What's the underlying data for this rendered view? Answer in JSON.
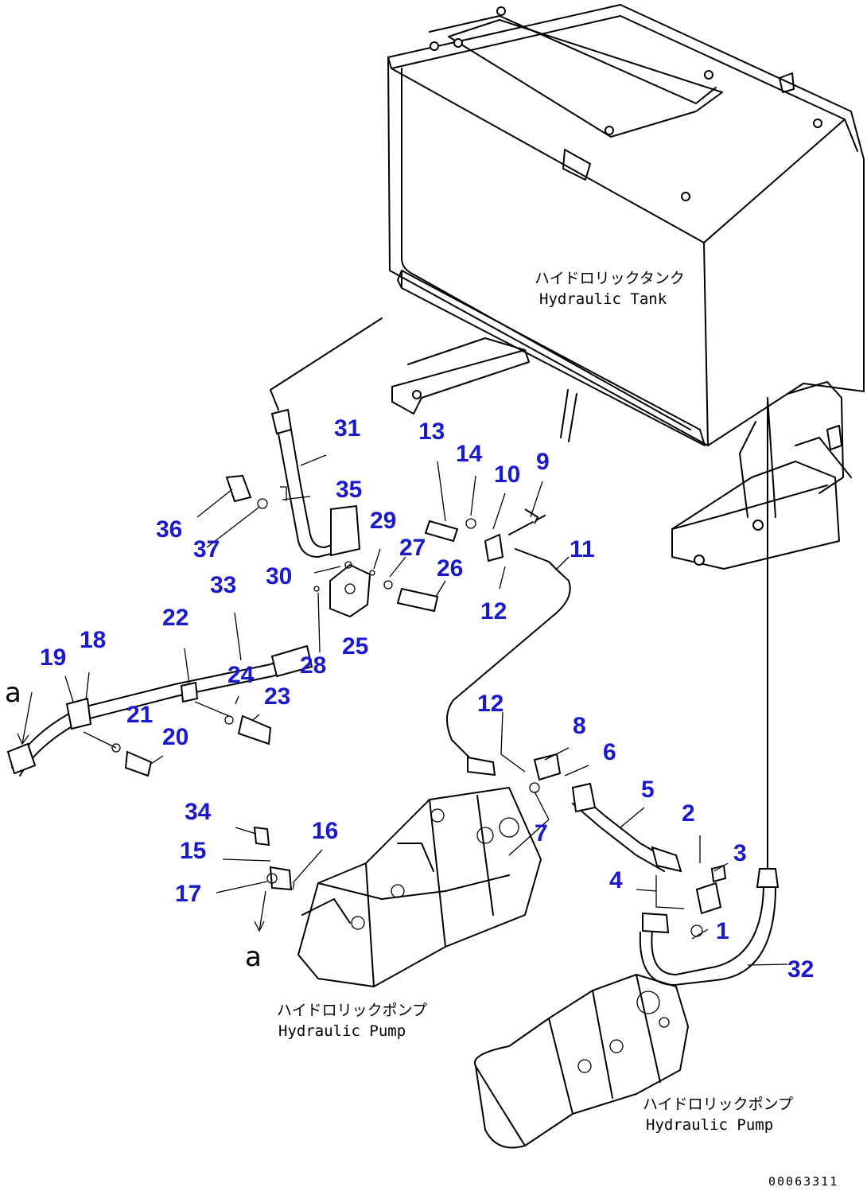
{
  "labels": {
    "tank_jp": "ハイドロリックタンク",
    "tank_en": "Hydraulic Tank",
    "pump1_jp": "ハイドロリックポンプ",
    "pump1_en": "Hydraulic Pump",
    "pump2_jp": "ハイドロリックポンプ",
    "pump2_en": "Hydraulic Pump",
    "view_a_top": "a",
    "view_a_bottom": "a"
  },
  "callouts": [
    "1",
    "2",
    "3",
    "4",
    "5",
    "6",
    "7",
    "8",
    "9",
    "10",
    "11",
    "12",
    "12",
    "13",
    "14",
    "15",
    "16",
    "17",
    "18",
    "19",
    "20",
    "21",
    "22",
    "23",
    "24",
    "25",
    "26",
    "27",
    "28",
    "29",
    "30",
    "31",
    "32",
    "33",
    "34",
    "35",
    "36",
    "37"
  ],
  "doc_id": "00063311",
  "colors": {
    "callout": "#1a1acc",
    "line": "#000000"
  }
}
